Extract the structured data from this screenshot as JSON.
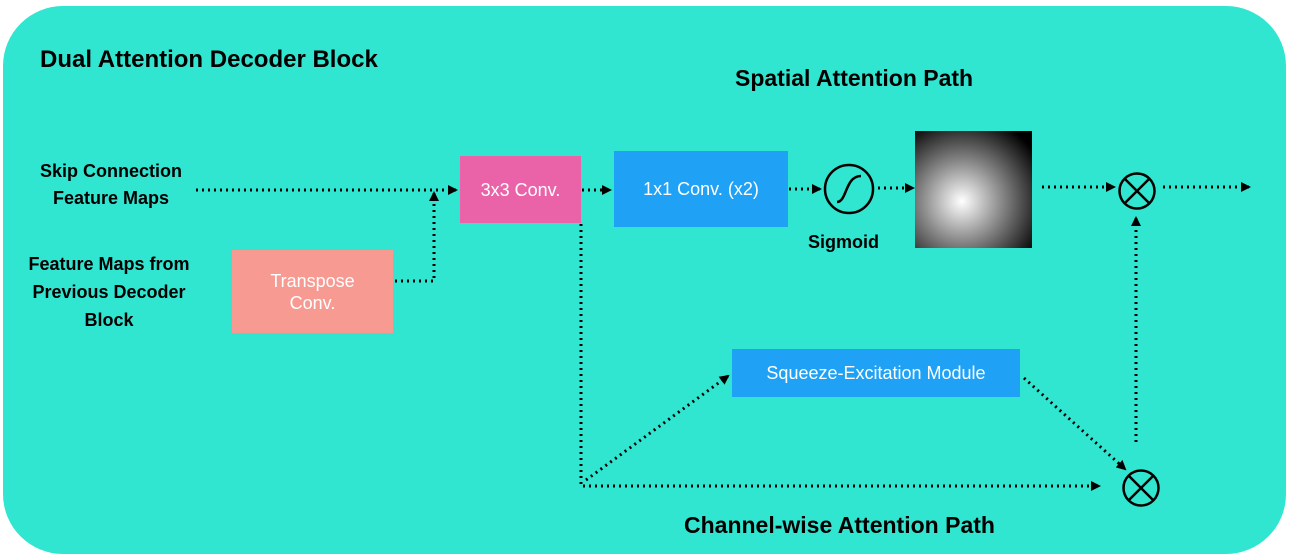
{
  "title": "Dual Attention Decoder Block",
  "spatial_path_title": "Spatial Attention Path",
  "channel_path_title": "Channel-wise Attention Path",
  "inputs": {
    "skip_connection": "Skip Connection\nFeature Maps",
    "previous_decoder": "Feature Maps from\nPrevious Decoder\nBlock"
  },
  "blocks": {
    "transpose_conv": "Transpose\nConv.",
    "conv3x3": "3x3 Conv.",
    "conv1x1": "1x1 Conv. (x2)",
    "squeeze_excitation": "Squeeze-Excitation Module"
  },
  "sigmoid_label": "Sigmoid",
  "colors": {
    "background": "#30e6d1",
    "transpose_conv": "#f79a92",
    "conv3x3": "#ea63a9",
    "conv1x1": "#1fa2f5",
    "squeeze_excitation": "#1fa2f5"
  }
}
